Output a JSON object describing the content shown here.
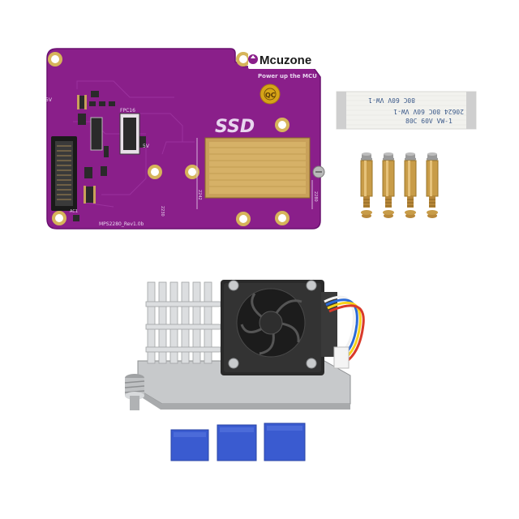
{
  "pcb": {
    "brand": "Mcuzone",
    "slogan": "Power up the MCU",
    "qc": "QC",
    "ssd": "SSD",
    "revision": "MPS2280_Rev1.0b",
    "conn_label": "FPC16",
    "pwr_label_left": "5V",
    "pwr_label_mid": "5V",
    "size_2230": "2230",
    "size_2242": "2242",
    "size_2280": "2280",
    "key_label": "AC1",
    "colors": {
      "board": "#8a1f8a",
      "board_dark": "#6a1070",
      "silk": "#e8d6ef",
      "gold": "#d6b45a",
      "pad": "#c9a15a"
    }
  },
  "ffc": {
    "line1": "80C 60V VW-1",
    "line2": "20624 80C 60V VW-1",
    "line3": "80C 60V VW-1",
    "colors": {
      "cable": "#f2f2ee",
      "contacts": "#c9c9c9",
      "print": "#3c5a8a"
    }
  },
  "standoffs": {
    "count": 4,
    "colors": {
      "brass": "#c89c48",
      "screw": "#9a9a9a"
    }
  },
  "cooler": {
    "colors": {
      "aluminium": "#d4d6d8",
      "fan": "#2a2a2a",
      "wires": [
        "#f2f2f2",
        "#2b6ad6",
        "#f6d21a",
        "#d93a2a"
      ]
    }
  },
  "thermal_pads": {
    "count": 3,
    "colors": {
      "pad": "#3a5bd0",
      "edge": "#2a44a6"
    }
  }
}
